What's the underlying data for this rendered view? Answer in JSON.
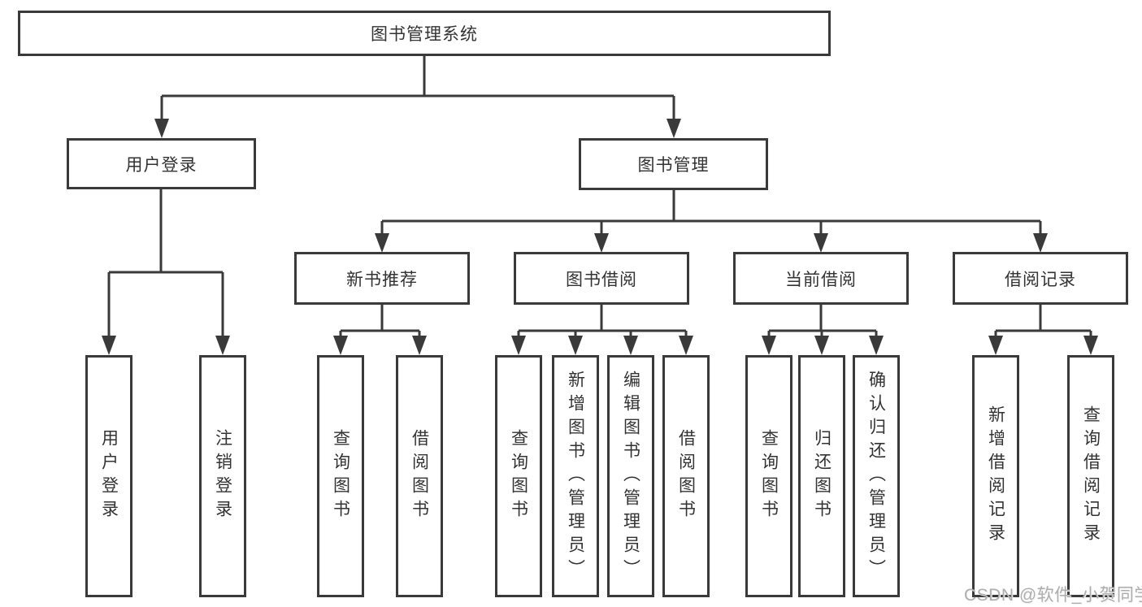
{
  "nodes": {
    "root": {
      "label": "图书管理系统"
    },
    "user_login": {
      "label": "用户登录"
    },
    "book_management": {
      "label": "图书管理"
    },
    "new_book_recommend": {
      "label": "新书推荐"
    },
    "book_borrow": {
      "label": "图书借阅"
    },
    "current_borrow": {
      "label": "当前借阅"
    },
    "borrow_record": {
      "label": "借阅记录"
    },
    "leaf_user_login": {
      "label": "用户登录"
    },
    "leaf_logout": {
      "label": "注销登录"
    },
    "leaf_rec_query_book": {
      "label": "查询图书"
    },
    "leaf_rec_borrow_book": {
      "label": "借阅图书"
    },
    "leaf_bb_query_book": {
      "label": "查询图书"
    },
    "leaf_bb_add_book": {
      "label": "新增图书（管理员）"
    },
    "leaf_bb_edit_book": {
      "label": "编辑图书（管理员）"
    },
    "leaf_bb_borrow_book": {
      "label": "借阅图书"
    },
    "leaf_cb_query_book": {
      "label": "查询图书"
    },
    "leaf_cb_return_book": {
      "label": "归还图书"
    },
    "leaf_cb_confirm_return": {
      "label": "确认归还（管理员）"
    },
    "leaf_br_add_record": {
      "label": "新增借阅记录"
    },
    "leaf_br_query_record": {
      "label": "查询借阅记录"
    }
  },
  "hierarchy": {
    "图书管理系统": [
      "用户登录",
      "图书管理"
    ],
    "用户登录": [
      "用户登录",
      "注销登录"
    ],
    "图书管理": [
      "新书推荐",
      "图书借阅",
      "当前借阅",
      "借阅记录"
    ],
    "新书推荐": [
      "查询图书",
      "借阅图书"
    ],
    "图书借阅": [
      "查询图书",
      "新增图书（管理员）",
      "编辑图书（管理员）",
      "借阅图书"
    ],
    "当前借阅": [
      "查询图书",
      "归还图书",
      "确认归还（管理员）"
    ],
    "借阅记录": [
      "新增借阅记录",
      "查询借阅记录"
    ]
  },
  "watermark": {
    "text": "CSDN @软件_小贺同学"
  },
  "colors": {
    "line": "#3a3a3a",
    "box_border": "#3a3a3a",
    "text": "#333333",
    "watermark": "#aeaeae",
    "background": "#ffffff"
  }
}
